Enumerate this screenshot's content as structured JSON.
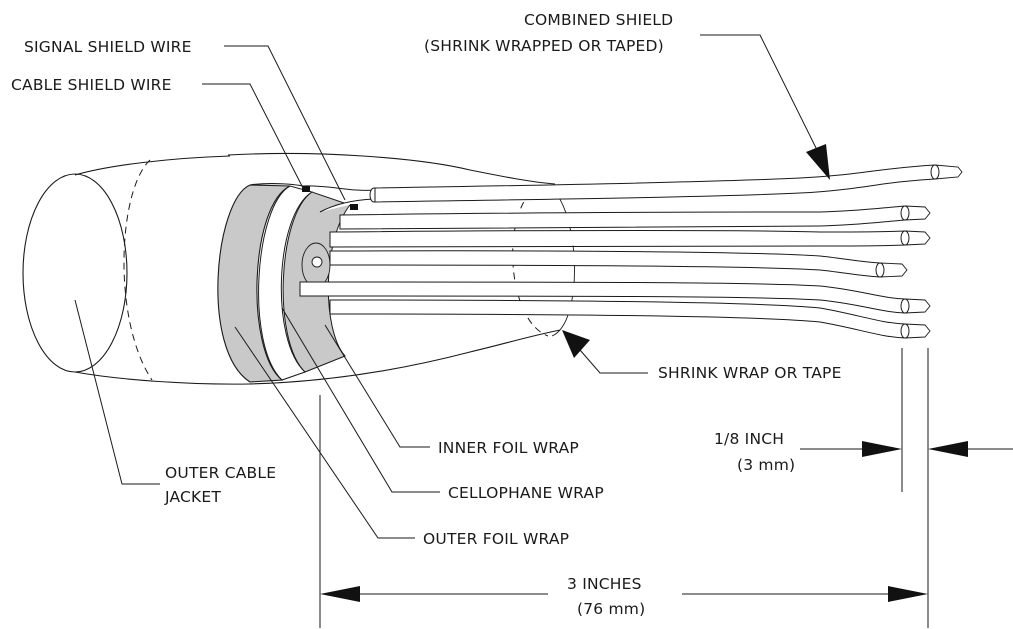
{
  "colors": {
    "ink": "#1a1a1a",
    "foil": "#c9c9c9",
    "background": "#ffffff"
  },
  "labels": {
    "combined_shield_line1": "COMBINED SHIELD",
    "combined_shield_line2": "(SHRINK WRAPPED OR TAPED)",
    "signal_shield_wire": "SIGNAL SHIELD WIRE",
    "cable_shield_wire": "CABLE SHIELD WIRE",
    "shrink_wrap_or_tape": "SHRINK WRAP OR TAPE",
    "inner_foil_wrap": "INNER FOIL WRAP",
    "cellophane_wrap": "CELLOPHANE WRAP",
    "outer_foil_wrap": "OUTER FOIL WRAP",
    "outer_cable_jacket_line1": "OUTER CABLE",
    "outer_cable_jacket_line2": "JACKET"
  },
  "dimensions": {
    "small_gap_line1": "1/8 INCH",
    "small_gap_line2": "(3 mm)",
    "overall_line1": "3 INCHES",
    "overall_line2": "(76 mm)"
  }
}
